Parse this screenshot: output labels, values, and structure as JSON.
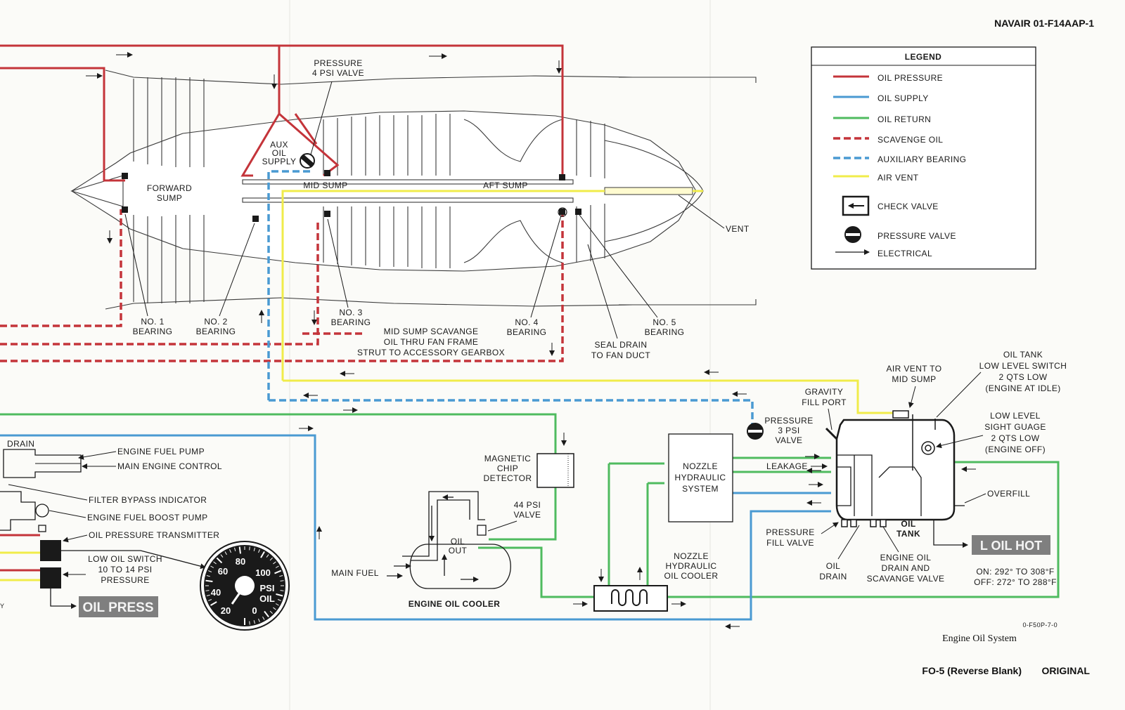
{
  "header": {
    "doc_id": "NAVAIR 01-F14AAP-1"
  },
  "footer": {
    "code": "0-F50P-7-0",
    "title": "Engine Oil System",
    "page": "FO-5 (Reverse Blank)",
    "status": "ORIGINAL"
  },
  "legend": {
    "title": "LEGEND",
    "items": [
      {
        "label": "OIL PRESSURE",
        "color": "#c4343a",
        "style": "solid"
      },
      {
        "label": "OIL SUPPLY",
        "color": "#4a9ad2",
        "style": "solid"
      },
      {
        "label": "OIL RETURN",
        "color": "#4fbb5f",
        "style": "solid"
      },
      {
        "label": "SCAVENGE OIL",
        "color": "#c4343a",
        "style": "dashed"
      },
      {
        "label": "AUXILIARY BEARING",
        "color": "#4a9ad2",
        "style": "dashed"
      },
      {
        "label": "AIR VENT",
        "color": "#f0ec4a",
        "style": "solid"
      },
      {
        "label": "CHECK VALVE",
        "icon": "check-valve-icon"
      },
      {
        "label": "PRESSURE VALVE",
        "icon": "pressure-valve-icon"
      },
      {
        "label": "ELECTRICAL",
        "icon": "electrical-arrow-icon"
      }
    ]
  },
  "engine": {
    "pressure_valve": [
      "PRESSURE",
      "4 PSI VALVE"
    ],
    "aux_oil_supply": [
      "AUX",
      "OIL",
      "SUPPLY"
    ],
    "forward_sump": [
      "FORWARD",
      "SUMP"
    ],
    "mid_sump": "MID SUMP",
    "aft_sump": "AFT SUMP",
    "vent": "VENT",
    "bearing1": [
      "NO. 1",
      "BEARING"
    ],
    "bearing2": [
      "NO. 2",
      "BEARING"
    ],
    "bearing3": [
      "NO. 3",
      "BEARING"
    ],
    "bearing4": [
      "NO. 4",
      "BEARING"
    ],
    "bearing5": [
      "NO. 5",
      "BEARING"
    ],
    "mid_sump_scavenge": [
      "MID SUMP SCAVANGE",
      "OIL THRU FAN FRAME",
      "STRUT TO ACCESSORY GEARBOX"
    ],
    "seal_drain": [
      "SEAL DRAIN",
      "TO FAN DUCT"
    ]
  },
  "left_panel": {
    "drain": "DRAIN",
    "engine_fuel_pump": "ENGINE FUEL PUMP",
    "main_engine_control": "MAIN ENGINE CONTROL",
    "filter_bypass": "FILTER BYPASS INDICATOR",
    "boost_pump": "ENGINE FUEL BOOST PUMP",
    "pressure_transmitter": "OIL PRESSURE TRANSMITTER",
    "low_oil_switch": [
      "LOW OIL SWITCH",
      "10 TO 14 PSI",
      "PRESSURE"
    ],
    "oil_press_caution": "OIL PRESS",
    "gauge": {
      "ticks": [
        "20",
        "40",
        "60",
        "80",
        "100",
        "0"
      ],
      "unit": [
        "PSI",
        "OIL"
      ]
    },
    "edge_mark": "Y"
  },
  "cooler": {
    "magnetic_chip": [
      "MAGNETIC",
      "CHIP",
      "DETECTOR"
    ],
    "valve_44": [
      "44 PSI",
      "VALVE"
    ],
    "oil_out": [
      "OIL",
      "OUT"
    ],
    "main_fuel": "MAIN FUEL",
    "engine_oil_cooler": "ENGINE OIL COOLER"
  },
  "hydraulic": {
    "pressure_3psi": [
      "PRESSURE",
      "3 PSI",
      "VALVE"
    ],
    "nozzle_system": [
      "NOZZLE",
      "HYDRAULIC",
      "SYSTEM"
    ],
    "leakage": "LEAKAGE",
    "nozzle_cooler": [
      "NOZZLE",
      "HYDRAULIC",
      "OIL COOLER"
    ]
  },
  "tank": {
    "gravity_fill": [
      "GRAVITY",
      "FILL PORT"
    ],
    "air_vent": [
      "AIR VENT TO",
      "MID SUMP"
    ],
    "low_level_switch": [
      "OIL TANK",
      "LOW LEVEL SWITCH",
      "2 QTS LOW",
      "(ENGINE AT IDLE)"
    ],
    "sight_gauge": [
      "LOW LEVEL",
      "SIGHT GUAGE",
      "2 QTS LOW",
      "(ENGINE OFF)"
    ],
    "overfill": "OVERFILL",
    "oil_tank": [
      "OIL",
      "TANK"
    ],
    "pressure_fill": [
      "PRESSURE",
      "FILL VALVE"
    ],
    "oil_drain": [
      "OIL",
      "DRAIN"
    ],
    "drain_scavange": [
      "ENGINE OIL",
      "DRAIN AND",
      "SCAVANGE VALVE"
    ],
    "l_oil_hot": "L OIL HOT",
    "on_range": "ON: 292° TO 308°F",
    "off_range": "OFF: 272° TO 288°F"
  }
}
